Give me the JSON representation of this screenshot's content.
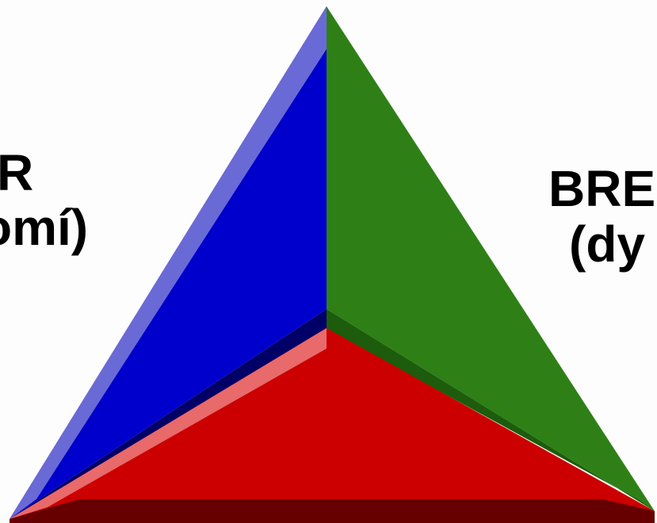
{
  "labels": {
    "left": {
      "line1": "R",
      "line2": "omí)"
    },
    "right": {
      "line1": "BRE",
      "line2": "(dy"
    }
  },
  "colors": {
    "left_face": "#0000cc",
    "left_bevel": "#6a6ad6",
    "left_shadow": "#000066",
    "right_face": "#2e8016",
    "right_shadow": "#1c5c0c",
    "bottom_face": "#cc0000",
    "bottom_bevel": "#e86a6a",
    "bottom_shadow": "#660000"
  }
}
